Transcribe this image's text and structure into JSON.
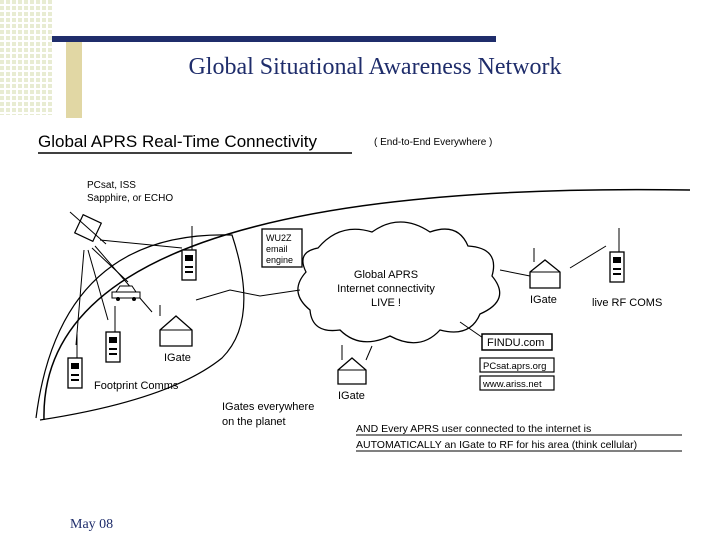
{
  "slide": {
    "title": "Global Situational Awareness Network",
    "footer_date": "May 08"
  },
  "diagram": {
    "heading": "Global APRS Real-Time Connectivity",
    "subheading": "( End-to-End Everywhere )",
    "satellite_label_1": "PCsat, ISS",
    "satellite_label_2": "Sapphire, or ECHO",
    "email_box": [
      "WU2Z",
      "email",
      "engine"
    ],
    "cloud_text": [
      "Global APRS",
      "Internet connectivity",
      "LIVE !"
    ],
    "igate_left": "IGate",
    "igate_bottom": "IGate",
    "igate_right": "IGate",
    "live_rf": "live RF COMS",
    "footprint": "Footprint Comms",
    "igates_everywhere": [
      "IGates everywhere",
      "on the planet"
    ],
    "servers": [
      "FINDU.com",
      "PCsat.aprs.org",
      "www.ariss.net"
    ],
    "note_lines": [
      "AND  Every  APRS  user  connected  to  the  internet  is",
      "AUTOMATICALLY an IGate to RF for his area (think cellular)"
    ]
  }
}
